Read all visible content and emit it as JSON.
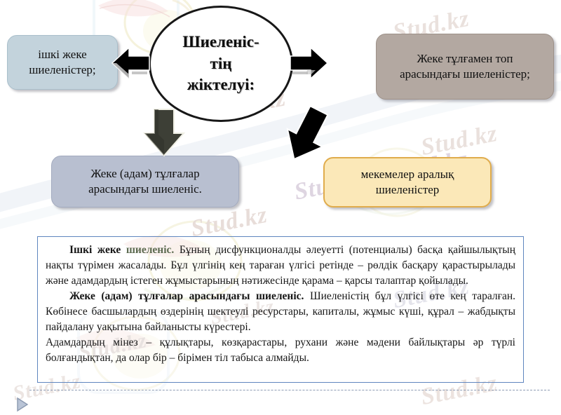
{
  "slide": {
    "title": "Шиеленіс-тің жіктелуі:",
    "center_node": {
      "name": "classification-ellipse",
      "lines": [
        "Шиеленіс-",
        "тің",
        "жіктелуі:"
      ]
    },
    "nodes": [
      {
        "id": "node-left",
        "label": "ішкі жеке шиеленістер;",
        "lines": [
          "ішкі жеке",
          "шиеленістер;"
        ],
        "fill": "#c3d3dc",
        "border": "#a9bfcb"
      },
      {
        "id": "node-right",
        "label": "Жеке тұлғамен топ арасындағы шиеленістер;",
        "lines": [
          "Жеке тұлғамен топ",
          "арасындағы шиеленістер;"
        ],
        "fill": "#b3a8a1",
        "border": "#9d9189"
      },
      {
        "id": "node-bottom-left",
        "label": "Жеке (адам) тұлғалар арасындағы шиеленіс.",
        "lines": [
          "Жеке (адам) тұлғалар",
          "арасындағы шиеленіс."
        ],
        "fill": "#b8bfd0",
        "border": "#a3abbf"
      },
      {
        "id": "node-bottom-right",
        "label": "мекемелер аралық шиеленістер",
        "lines": [
          "мекемелер аралық",
          "шиеленістер"
        ],
        "fill": "#fbe8b8",
        "border": "#e0ac4c"
      }
    ],
    "arrows": [
      {
        "id": "arrow-left",
        "icon": "arrow-left-icon",
        "direction": "left",
        "color": "#000000"
      },
      {
        "id": "arrow-right",
        "icon": "arrow-right-icon",
        "direction": "right",
        "color": "#000000"
      },
      {
        "id": "arrow-down-left",
        "icon": "arrow-down-icon",
        "direction": "down",
        "color": "#3d3f36"
      },
      {
        "id": "arrow-down-right",
        "icon": "arrow-down-right-icon",
        "direction": "down-right",
        "color": "#000000"
      }
    ],
    "text_panel": {
      "border_color": "#5f86bf",
      "paragraph1": {
        "lead_bold": "Ішкі жеке",
        "lead_bold_tinted": "шиеленіс.",
        "body": " Бұның дисфункционалды әлеуетті (потенциалы) басқа қайшылықтың  нақты түрімен жасалады. Бұл үлгінің кең тараған үлгісі  ретінде – рөлдік басқару қарастырылады және адамдардың істеген жұмыстарының нәтижесінде қарама – қарсы талаптар қойылады."
      },
      "paragraph2": {
        "lead_bold": "Жеке (адам) тұлғалар арасындағы шиеленіс.",
        "body": " Шиеленістің бұл үлгісі өте кең таралған. Көбінесе басшылардың  өздерінің шектеулі ресурстары, капиталы, жұмыс күші, құрал – жабдықты пайдалану уақытына байланысты күрестері."
      },
      "paragraph3": {
        "body": "Адамдардың мінез – құлықтары, көзқарастары, рухани және мәдени байлықтары әр түрлі болғандықтан, да олар бір – бірімен тіл табыса алмайды."
      }
    },
    "watermarks": {
      "text": "Stud.kz",
      "text_alt": "Stud.kz - Stud.kz",
      "color": "#e7dcd8"
    },
    "footer": {
      "play_control_icon": "play-triangle-icon",
      "play_control_color": "#9aa8bd",
      "divider_color": "#8e9cb4"
    }
  }
}
